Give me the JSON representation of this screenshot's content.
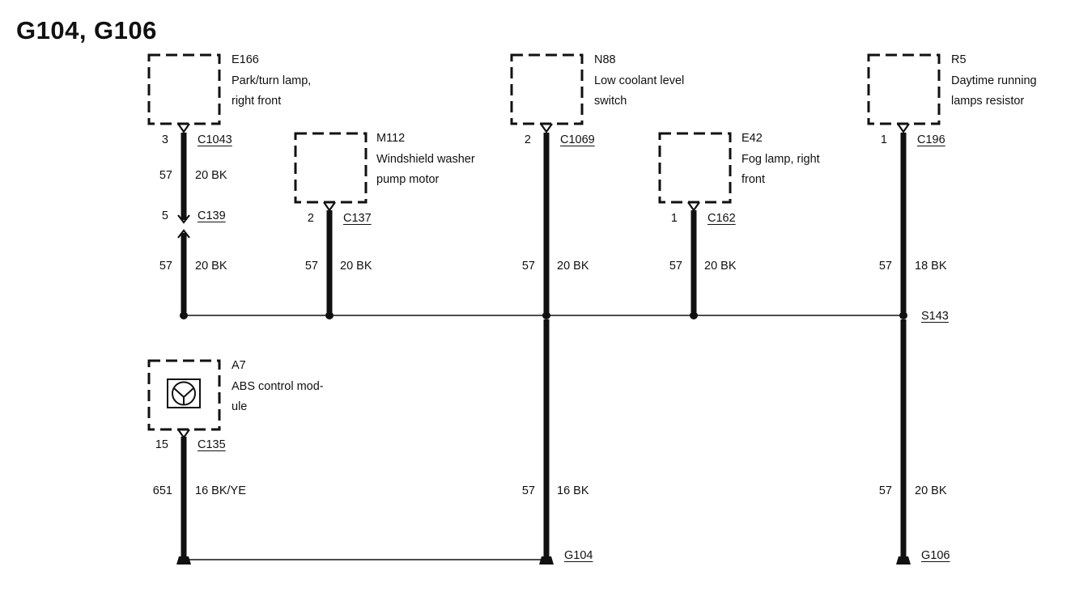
{
  "title": "G104, G106",
  "components": [
    {
      "id": "E166",
      "lines": [
        "Park/turn lamp,",
        "right front"
      ]
    },
    {
      "id": "M112",
      "lines": [
        "Windshield washer",
        "pump motor"
      ]
    },
    {
      "id": "N88",
      "lines": [
        "Low coolant level",
        "switch"
      ]
    },
    {
      "id": "E42",
      "lines": [
        "Fog lamp, right",
        "front"
      ]
    },
    {
      "id": "R5",
      "lines": [
        "Daytime running",
        "lamps resistor"
      ]
    },
    {
      "id": "A7",
      "lines": [
        "ABS control mod-",
        "ule"
      ]
    }
  ],
  "connectors": [
    {
      "pin": "3",
      "name": "C1043"
    },
    {
      "pin": "5",
      "name": "C139"
    },
    {
      "pin": "2",
      "name": "C137"
    },
    {
      "pin": "2",
      "name": "C1069"
    },
    {
      "pin": "1",
      "name": "C162"
    },
    {
      "pin": "1",
      "name": "C196"
    },
    {
      "pin": "15",
      "name": "C135"
    }
  ],
  "wires": [
    {
      "circuit": "57",
      "spec": "20 BK"
    },
    {
      "circuit": "57",
      "spec": "20 BK"
    },
    {
      "circuit": "57",
      "spec": "20 BK"
    },
    {
      "circuit": "57",
      "spec": "20 BK"
    },
    {
      "circuit": "57",
      "spec": "20 BK"
    },
    {
      "circuit": "57",
      "spec": "18 BK"
    },
    {
      "circuit": "651",
      "spec": "16 BK/YE"
    },
    {
      "circuit": "57",
      "spec": "16 BK"
    },
    {
      "circuit": "57",
      "spec": "20 BK"
    }
  ],
  "splice": "S143",
  "grounds": [
    "G104",
    "G106"
  ]
}
